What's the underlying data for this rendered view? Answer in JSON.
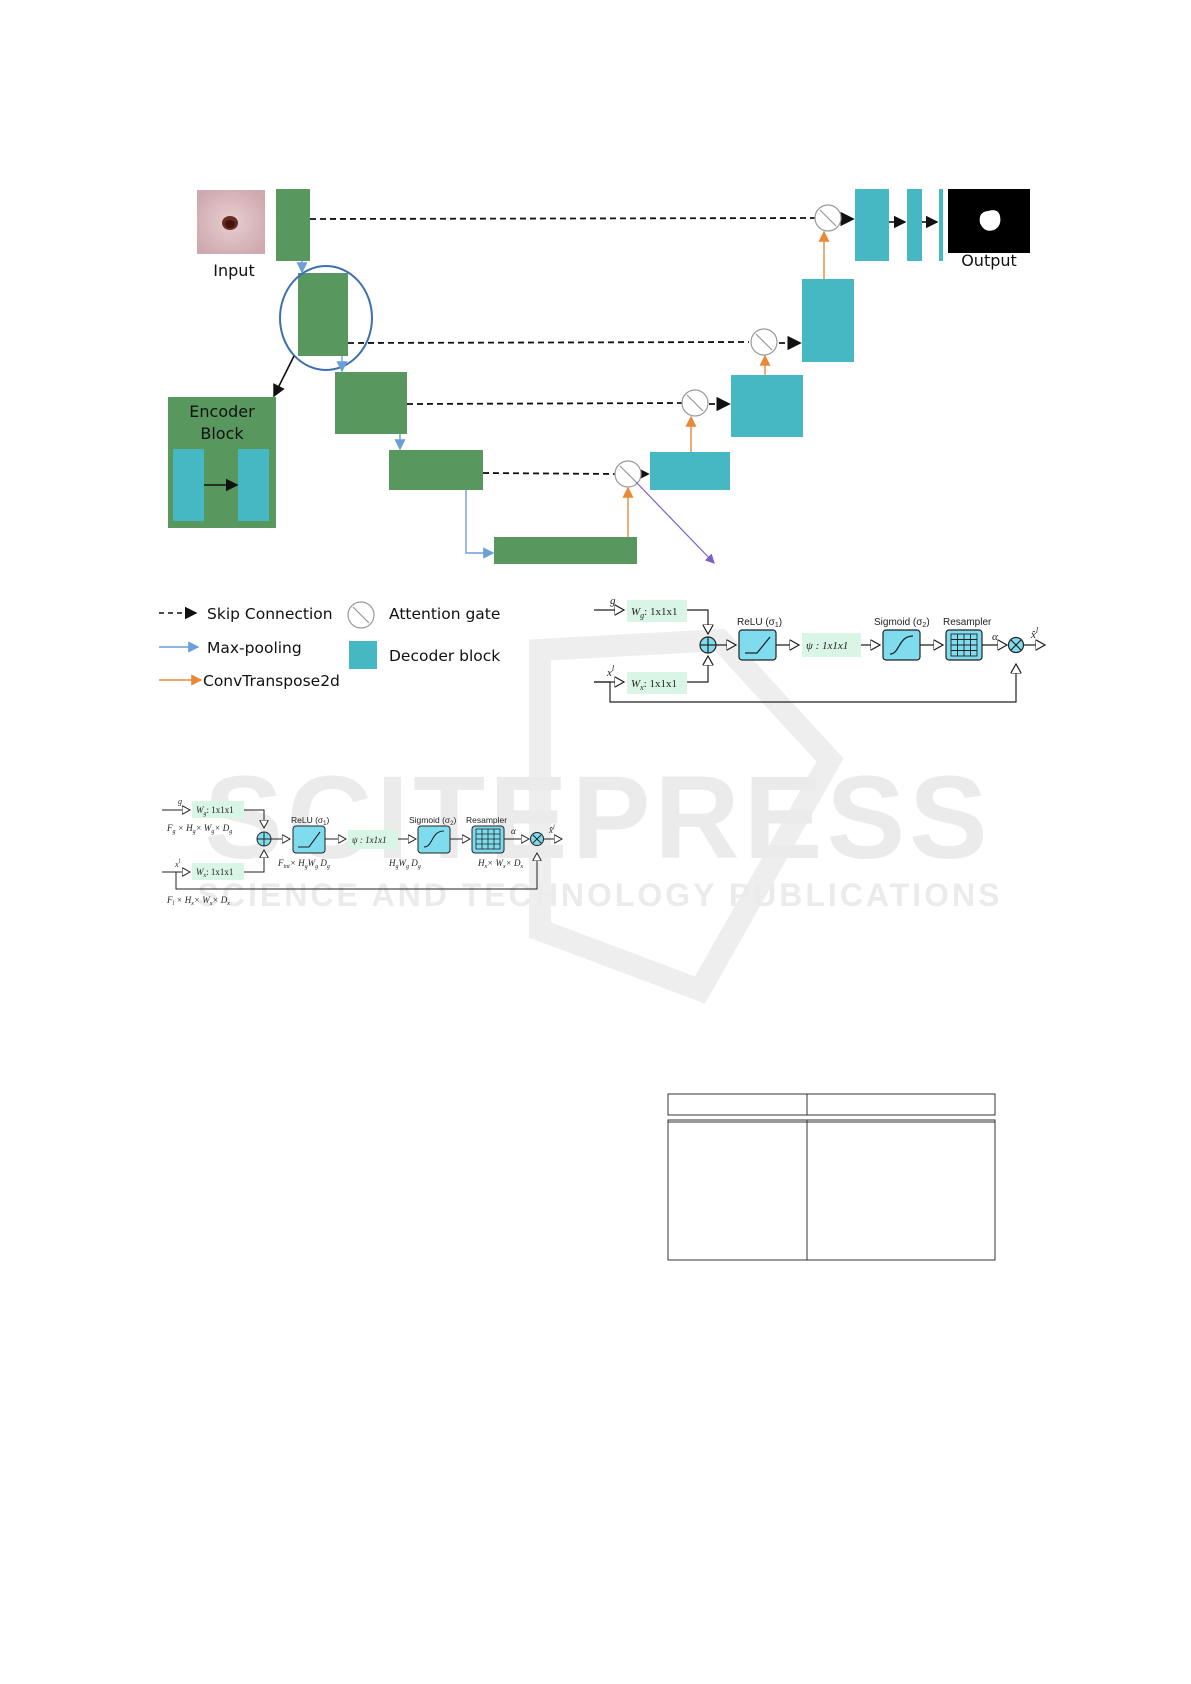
{
  "arch": {
    "input_label": "Input",
    "output_label": "Output",
    "encoder_block_label_line1": "Encoder",
    "encoder_block_label_line2": "Block"
  },
  "legend": {
    "skip": "Skip Connection",
    "maxpool": "Max-pooling",
    "convt": "ConvTranspose2d",
    "attention": "Attention gate",
    "decoder": "Decoder block"
  },
  "ag_large": {
    "g": "g",
    "wg": "W",
    "wg_sub": "g",
    "wg_dim": ": 1x1x1",
    "x": "x",
    "x_sup": "l",
    "wx": "W",
    "wx_sub": "x",
    "wx_dim": ": 1x1x1",
    "relu": "ReLU (σ",
    "relu_sub": "1",
    "psi": "ψ : 1x1x1",
    "sigmoid": "Sigmoid (σ",
    "sigmoid_sub": "2",
    "resampler": "Resampler",
    "alpha": "α",
    "xhat": "x̂",
    "xhat_sup": "l"
  },
  "ag_small": {
    "g": "g",
    "wg": "W",
    "wg_sub": "g",
    "wg_dim": ": 1x1x1",
    "g_dims": "F",
    "g_dims_full": "× H",
    "x": "x",
    "x_sup": "l",
    "wx": "W",
    "wx_sub": "x",
    "wx_dim": ": 1x1x1",
    "relu": "ReLU (σ",
    "relu_sub": "1",
    "psi": "ψ : 1x1x1",
    "sigmoid": "Sigmoid (σ",
    "sigmoid_sub": "2",
    "resampler": "Resampler",
    "alpha": "α",
    "xhat": "x̂",
    "xhat_sup": "l",
    "dim_g": "F",
    "dim_relu": "F",
    "dim_sig": "H",
    "dim_res": "H",
    "dim_x": "F"
  },
  "watermark": {
    "main": "SCITEPRESS",
    "sub": "SCIENCE AND TECHNOLOGY PUBLICATIONS"
  },
  "colors": {
    "encoder": "#58975e",
    "decoder": "#45b8c4",
    "maxpool_arrow": "#6a9fd8",
    "convt_arrow": "#e8893a",
    "purple": "#7b5fc9",
    "ag_fill": "#7fdcef",
    "weight_fill": "#d9f5e6"
  }
}
